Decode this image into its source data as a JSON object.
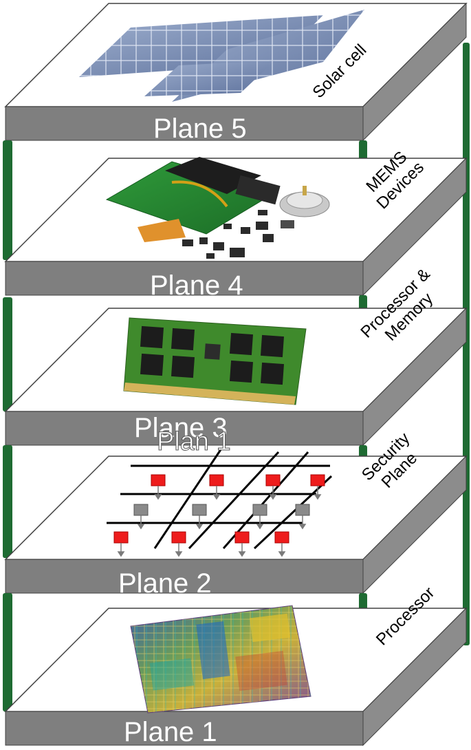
{
  "planes": [
    {
      "label": "Plane 5",
      "content": "Solar cell"
    },
    {
      "label": "Plane 4",
      "content": "MEMS\nDevices"
    },
    {
      "label": "Plane 3",
      "content": "Processor &\nMemory"
    },
    {
      "label": "Plane 2",
      "content": "Security\nPlane"
    },
    {
      "label": "Plane 1",
      "content": "Processor"
    }
  ],
  "overlap_text": "Plan 1",
  "colors": {
    "slab_front": "#7f7f7f",
    "slab_side": "#8c8c8c",
    "slab_top": "#ffffff",
    "pillar": "#1e6b32",
    "security_node_red": "#ee1c1c",
    "security_node_gray": "#8a8a8a"
  },
  "icons": {
    "plane5": "solar-panel-icon",
    "plane4": "mems-components-icon",
    "plane3": "memory-module-icon",
    "plane2": "security-grid-icon",
    "plane1": "processor-die-icon"
  }
}
